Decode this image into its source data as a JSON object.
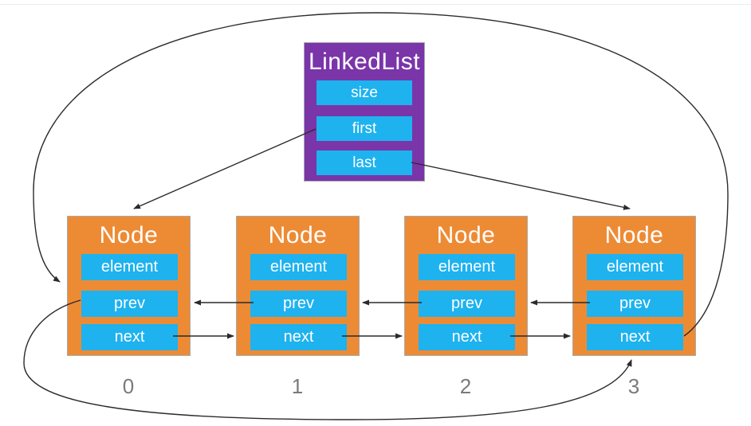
{
  "list_box": {
    "title": "LinkedList",
    "fields": [
      "size",
      "first",
      "last"
    ]
  },
  "nodes": [
    {
      "title": "Node",
      "fields": [
        "element",
        "prev",
        "next"
      ],
      "index": "0"
    },
    {
      "title": "Node",
      "fields": [
        "element",
        "prev",
        "next"
      ],
      "index": "1"
    },
    {
      "title": "Node",
      "fields": [
        "element",
        "prev",
        "next"
      ],
      "index": "2"
    },
    {
      "title": "Node",
      "fields": [
        "element",
        "prev",
        "next"
      ],
      "index": "3"
    }
  ],
  "connections": [
    {
      "from": "linkedlist.first",
      "to": "node-0"
    },
    {
      "from": "linkedlist.last",
      "to": "node-3"
    },
    {
      "from": "node-1.prev",
      "to": "node-0"
    },
    {
      "from": "node-2.prev",
      "to": "node-1"
    },
    {
      "from": "node-3.prev",
      "to": "node-2"
    },
    {
      "from": "node-0.next",
      "to": "node-1"
    },
    {
      "from": "node-1.next",
      "to": "node-2"
    },
    {
      "from": "node-2.next",
      "to": "node-3"
    },
    {
      "from": "node-3.next",
      "to": "node-0",
      "route": "wrap-around-top"
    },
    {
      "from": "node-0.prev",
      "to": "node-3",
      "route": "wrap-around-bottom"
    }
  ],
  "colors": {
    "list_box": "#7a35a9",
    "field": "#1eb2ef",
    "node_box": "#ed8b35",
    "index_label": "#7a7a7a",
    "arrow": "#2b2b2b"
  }
}
